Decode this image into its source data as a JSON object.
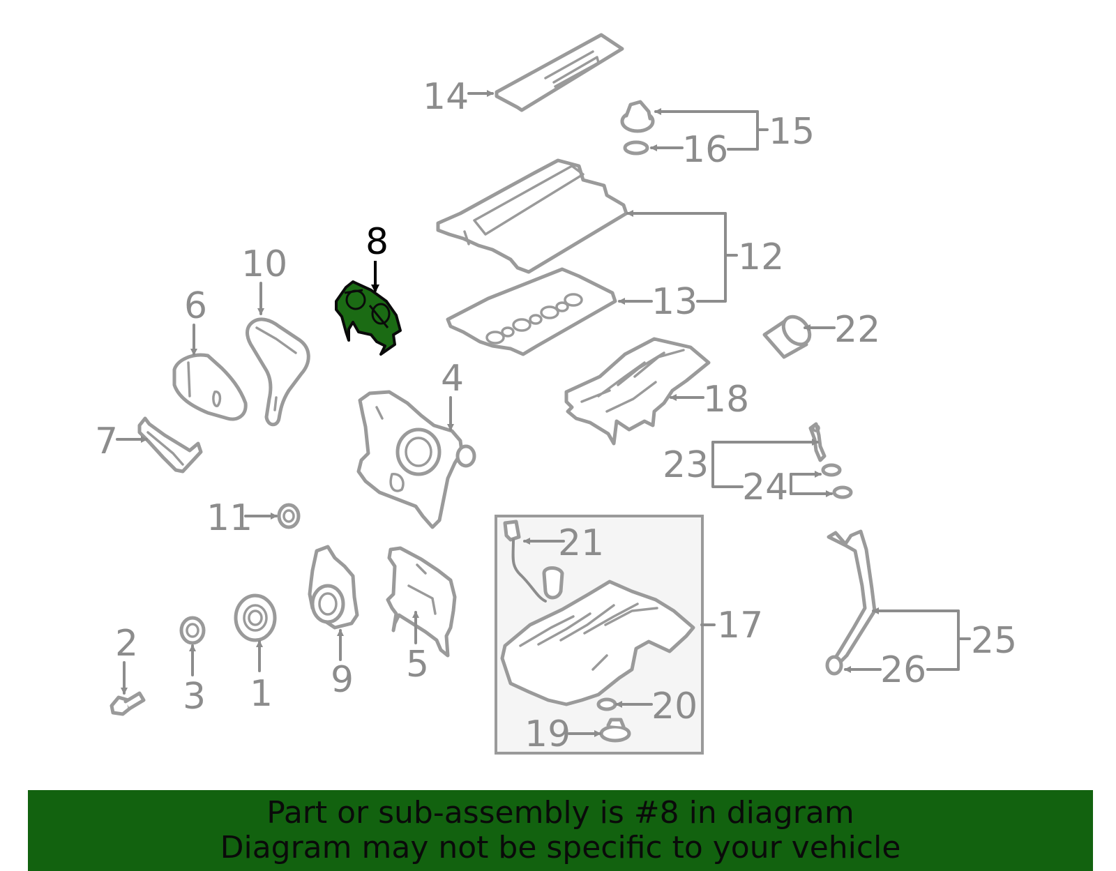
{
  "colors": {
    "background": "#ffffff",
    "part_stroke": "#9a9a9a",
    "label_gray": "#8c8c8c",
    "highlight_fill": "#1b6b14",
    "highlight_stroke": "#0a0a0a",
    "banner_bg": "#12620f",
    "banner_text": "#0a0a0a",
    "subassembly_box_fill": "#f5f5f5"
  },
  "diagram": {
    "highlighted_part": "8",
    "callouts": [
      "1",
      "2",
      "3",
      "4",
      "5",
      "6",
      "7",
      "8",
      "9",
      "10",
      "11",
      "12",
      "13",
      "14",
      "15",
      "16",
      "17",
      "18",
      "19",
      "20",
      "21",
      "22",
      "23",
      "24",
      "25",
      "26"
    ]
  },
  "banner": {
    "line1": "Part or sub-assembly is #8 in diagram",
    "line2": "Diagram may not be specific to your vehicle"
  }
}
